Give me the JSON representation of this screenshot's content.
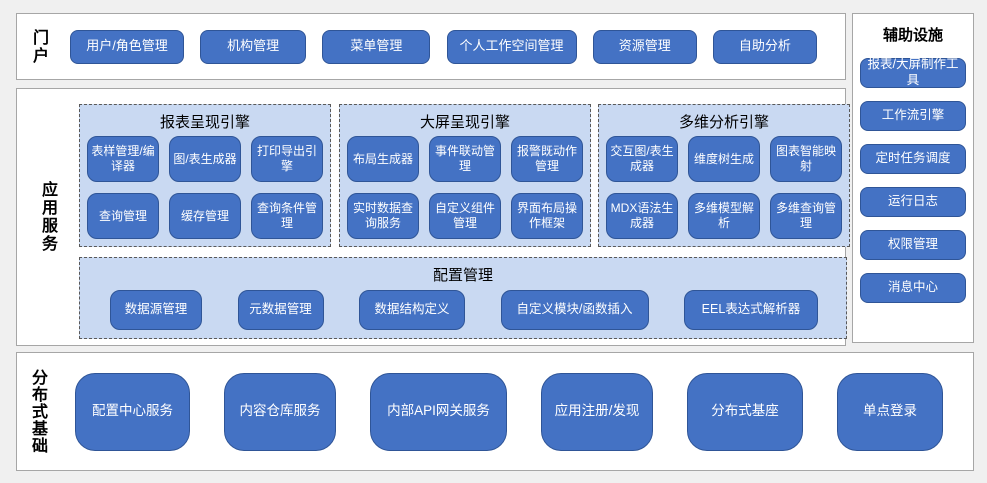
{
  "colors": {
    "page_bg": "#f0f0f0",
    "panel_bg": "#ffffff",
    "panel_border": "#a6a6a6",
    "group_bg": "#c9d9f2",
    "group_border": "#595959",
    "button_bg": "#4472c4",
    "button_border": "#2f5597",
    "button_text": "#ffffff"
  },
  "portal": {
    "label": "门户",
    "items": [
      "用户/角色管理",
      "机构管理",
      "菜单管理",
      "个人工作空间管理",
      "资源管理",
      "自助分析"
    ]
  },
  "app_services": {
    "label": "应用服务",
    "groups": [
      {
        "title": "报表呈现引擎",
        "items": [
          "表样管理/编译器",
          "图/表生成器",
          "打印导出引擎",
          "查询管理",
          "缓存管理",
          "查询条件管理"
        ]
      },
      {
        "title": "大屏呈现引擎",
        "items": [
          "布局生成器",
          "事件联动管理",
          "报警既动作管理",
          "实时数据查询服务",
          "自定义组件管理",
          "界面布局操作框架"
        ]
      },
      {
        "title": "多维分析引擎",
        "items": [
          "交互图/表生成器",
          "维度树生成",
          "图表智能映射",
          "MDX语法生成器",
          "多维模型解析",
          "多维查询管理"
        ]
      }
    ],
    "config_group": {
      "title": "配置管理",
      "items": [
        "数据源管理",
        "元数据管理",
        "数据结构定义",
        "自定义模块/函数插入",
        "EEL表达式解析器"
      ]
    }
  },
  "aux": {
    "title": "辅助设施",
    "items": [
      "报表/大屏制作工具",
      "工作流引擎",
      "定时任务调度",
      "运行日志",
      "权限管理",
      "消息中心"
    ]
  },
  "distributed": {
    "label": "分布式基础",
    "items": [
      "配置中心服务",
      "内容仓库服务",
      "内部API网关服务",
      "应用注册/发现",
      "分布式基座",
      "单点登录"
    ]
  }
}
